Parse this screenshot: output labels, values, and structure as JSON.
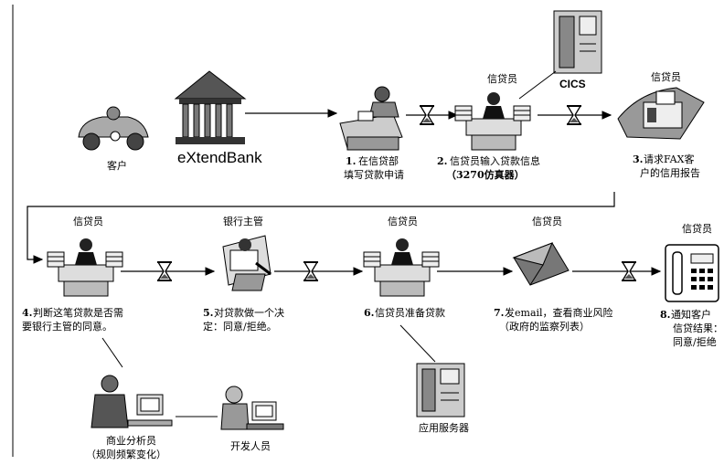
{
  "customer": {
    "label": "客户"
  },
  "bank": {
    "name": "eXtendBank"
  },
  "cics": {
    "label": "CICS"
  },
  "app_server": {
    "label": "应用服务器"
  },
  "roles": {
    "loan_officer": "信贷员",
    "bank_manager": "银行主管",
    "business_analyst": "商业分析员",
    "analyst_note": "（规则频繁变化）",
    "developer": "开发人员"
  },
  "steps": [
    {
      "num": "1.",
      "lines": [
        "在信贷部",
        "填写贷款申请"
      ]
    },
    {
      "num": "2.",
      "lines": [
        "信贷员输入贷款信息",
        "（3270仿真器）"
      ]
    },
    {
      "num": "3.",
      "lines": [
        "请求FAX客",
        "户的信用报告"
      ]
    },
    {
      "num": "4.",
      "lines": [
        "判断这笔贷款是否需",
        "要银行主管的同意。"
      ]
    },
    {
      "num": "5.",
      "lines": [
        "对贷款做一个决",
        "定：同意/拒绝。"
      ]
    },
    {
      "num": "6.",
      "lines": [
        "信贷员准备贷款"
      ]
    },
    {
      "num": "7.",
      "lines": [
        "发email，查看商业风险",
        "（政府的监察列表）"
      ]
    },
    {
      "num": "8.",
      "lines": [
        "通知客户",
        "信贷结果：",
        "同意/拒绝"
      ]
    }
  ]
}
